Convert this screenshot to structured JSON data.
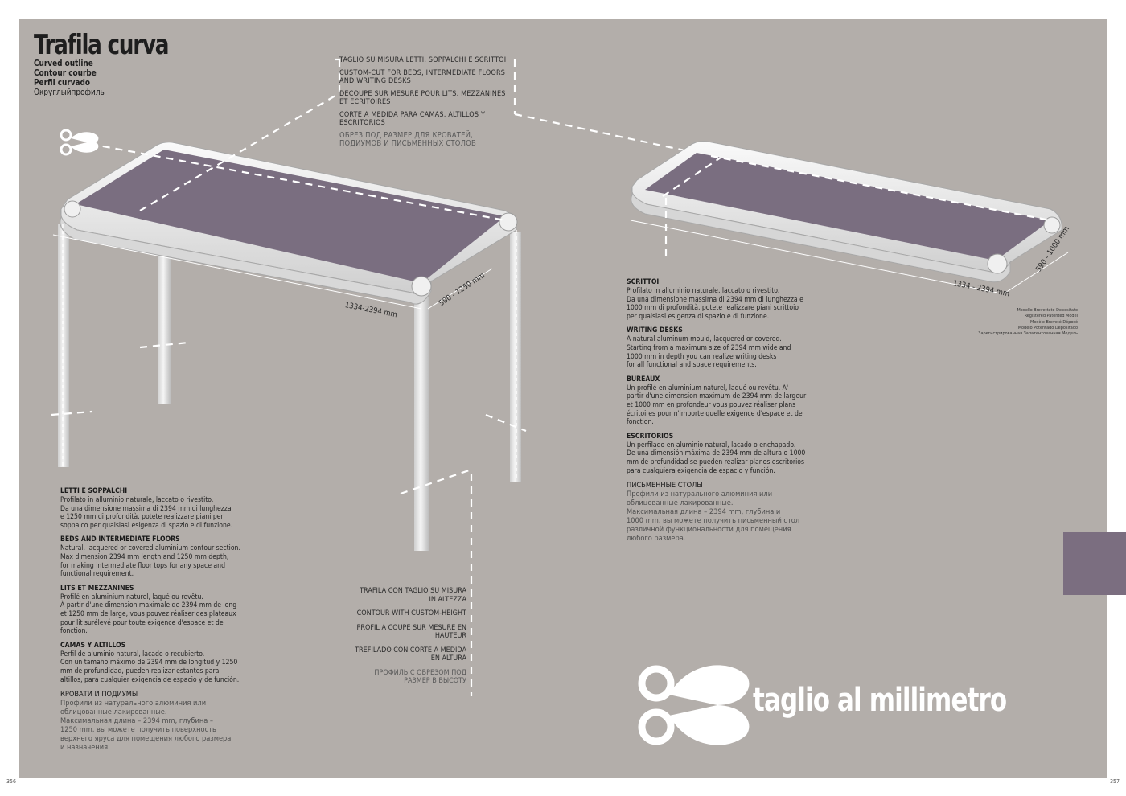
{
  "heading": {
    "title": "Trafila curva",
    "subtitles": [
      "Curved outline",
      "Contour courbe",
      "Perfil curvado",
      "Округлыйпрофиль"
    ]
  },
  "top_callout": {
    "it": "TAGLIO SU MISURA LETTI, SOPPALCHI E SCRITTOI",
    "en": "CUSTOM-CUT FOR BEDS, INTERMEDIATE FLOORS AND WRITING DESKS",
    "fr": "DECOUPE SUR MESURE POUR LITS, MEZZANINES ET ECRITOIRES",
    "es": "CORTE A MEDIDA PARA CAMAS, ALTILLOS Y ESCRITORIOS",
    "ru": "ОБРЕЗ ПОД РАЗМЕР ДЛЯ КРОВАТЕЙ, ПОДИУМОВ И ПИСЬМЕННЫХ СТОЛОВ"
  },
  "dimensions": {
    "left_length": "1334-2394 mm",
    "left_depth": "590 - 1250 mm",
    "right_length": "1334 - 2394 mm",
    "right_depth": "590 - 1000 mm"
  },
  "left_text": {
    "it_head": "LETTI E SOPPALCHI",
    "it_body": "Profilato in alluminio naturale, laccato o rivestito.\nDa una dimensione massima di 2394 mm di lunghezza\ne 1250 mm di profondità, potete realizzare piani per\nsoppalco per qualsiasi esigenza di spazio e di funzione.",
    "en_head": "BEDS AND INTERMEDIATE FLOORS",
    "en_body": "Natural, lacquered or covered aluminium contour section.\nMax dimension 2394 mm length and 1250 mm depth,\nfor making intermediate floor tops for any space and\nfunctional requirement.",
    "fr_head": "LITS ET MEZZANINES",
    "fr_body": "Profilé en aluminium naturel, laqué ou revêtu.\nÀ partir d'une dimension maximale de 2394 mm de long\net 1250 mm de large, vous pouvez réaliser des plateaux\npour lit surélevé pour toute exigence d'espace et de\nfonction.",
    "es_head": "CAMAS Y ALTILLOS",
    "es_body": "Perfil de aluminio natural, lacado o recubierto.\nCon un tamaño máximo de 2394 mm de longitud y 1250\nmm de profundidad, pueden realizar estantes para\naltillos, para cualquier exigencia de espacio y de función.",
    "ru_head": "КРОВАТИ И ПОДИУМЫ",
    "ru_body": "Профили из натурального алюминия или\nоблицованные лакированные.\nМаксимальная длина – 2394 mm, глубина –\n1250 mm, вы можете получить поверхность\nверхнего яруса для помещения любого размера\nи назначения."
  },
  "height_callout": {
    "it": "TRAFILA CON TAGLIO SU MISURA IN ALTEZZA",
    "en": "CONTOUR WITH CUSTOM-HEIGHT",
    "fr": "PROFIL A COUPE SUR MESURE EN HAUTEUR",
    "es": "TREFILADO CON CORTE A MEDIDA EN ALTURA",
    "ru": "ПРОФИЛЬ С ОБРЕЗОМ ПОД РАЗМЕР В ВЫСОТУ"
  },
  "right_text": {
    "it_head": "SCRITTOI",
    "it_body": "Profilato in alluminio naturale, laccato o rivestito.\nDa una dimensione massima di 2394 mm di lunghezza e\n1000 mm di profondità, potete realizzare piani scrittoio\nper qualsiasi esigenza di spazio e di funzione.",
    "en_head": "WRITING DESKS",
    "en_body": "A natural aluminum mould, lacquered or covered.\nStarting from a maximum size of 2394 mm wide and\n1000 mm in depth you can realize writing desks\nfor all functional and space requirements.",
    "fr_head": "BUREAUX",
    "fr_body": "Un profilé en aluminium naturel, laqué ou revêtu. A'\npartir d'une dimension maximum de 2394 mm de largeur\net 1000 mm en profondeur vous pouvez réaliser plans\nécritoires pour n'importe quelle exigence d'espace et de\nfonction.",
    "es_head": "ESCRITORIOS",
    "es_body": "Un perfilado en aluminio natural, lacado o enchapado.\nDe una dimensión máxima de 2394 mm de altura o 1000\nmm de profundidad se pueden realizar planos escritorios\npara cualquiera exigencia de espacio y función.",
    "ru_head": "ПИСЬМЕННЫЕ СТОЛЫ",
    "ru_body": "Профили из натурального алюминия или\nоблицованные лакированные.\nМаксимальная длина – 2394 mm, глубина и\n1000 mm, вы можете получить письменный стол\nразличной функциональности для помещения\nлюбого размера."
  },
  "patent": {
    "lines": [
      "Modello Brevettato Depositato",
      "Registered Patented Model",
      "Modèle Breveté Déposé",
      "Modelo Potentado Depositado",
      "Зарегистрированная Запатентованная Модель"
    ]
  },
  "slogan": "taglio al millimetro",
  "page_numbers": {
    "left": "356",
    "right": "357"
  },
  "colors": {
    "background": "#b3aeaa",
    "accent_purple": "#7b6e80",
    "aluminium": "#e8e8e8"
  },
  "icons": [
    "scissors-icon",
    "scissors-logo-icon"
  ]
}
